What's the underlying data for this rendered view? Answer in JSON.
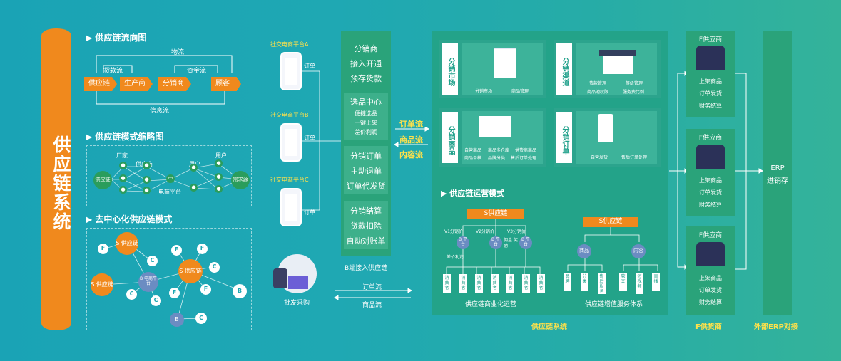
{
  "title": "供应链系统",
  "flow": {
    "heading": "供应链流向图",
    "logistics": "物流",
    "payment_flow": "货款流",
    "capital_flow": "资金流",
    "info_flow": "信息流",
    "nodes": [
      "供应链",
      "生产商",
      "分销商",
      "顾客"
    ]
  },
  "model": {
    "heading": "供应链模式缩略图",
    "factory": "厂家",
    "supplier": "供应商",
    "user1": "用户",
    "user2": "用户",
    "platform": "电商平台",
    "left_node": "供应链",
    "right_node": "需求源"
  },
  "decentral": {
    "heading": "去中心化供应链模式",
    "s1": "S 供应链",
    "s2": "S 供应链",
    "s3": "S 供应链",
    "b_platform": "B 电商平台",
    "f": "F",
    "c": "C",
    "b": "B"
  },
  "platforms": [
    {
      "name": "社交电商平台A",
      "order": "订单"
    },
    {
      "name": "社交电商平台B",
      "order": "订单"
    },
    {
      "name": "社交电商平台C",
      "order": "订单"
    }
  ],
  "wholesale": "批发采购",
  "b_access": "B端接入供应链",
  "order_flow": "订单流",
  "goods_flow": "商品流",
  "center": {
    "g1": [
      "分销商",
      "接入开通",
      "预存货款"
    ],
    "g2_title": "选品中心",
    "g2": [
      "便捷选品",
      "一键上架",
      "差价利润"
    ],
    "g3": [
      "分销订单",
      "主动退单",
      "订单代发货"
    ],
    "g4": [
      "分销结算",
      "货款扣除",
      "自动对账单"
    ]
  },
  "mid_flows": [
    "订单流",
    "商品流",
    "内容流"
  ],
  "market": {
    "tab": "分销市场",
    "labels": [
      "分销市场",
      "商品管理"
    ]
  },
  "channel": {
    "tab": "分销渠道",
    "labels": [
      "货款管理",
      "等级管理",
      "商品池权限",
      "服务费比例"
    ]
  },
  "goods": {
    "tab": "分销商品",
    "labels": [
      "自营商品",
      "商品多仓库",
      "供货商商品",
      "商品单核",
      "品牌分类",
      "售后订单处理"
    ]
  },
  "orders": {
    "tab": "分销订单",
    "labels": [
      "自营发货",
      "售后订单处理"
    ]
  },
  "ops": {
    "heading": "供应链运营模式",
    "root": "S供应链",
    "levels": [
      "V1分销价",
      "V2分销价",
      "V3分销价"
    ],
    "b": "B 平台",
    "diff": "差价利润",
    "service": "佣金 奖励",
    "consumer": "消费者",
    "caption": "供应链商业化运营"
  },
  "value": {
    "root": "S供应链",
    "children": [
      "商品",
      "内容"
    ],
    "leaves": [
      "品牌",
      "分类",
      "售后服务",
      "软文",
      "短视频",
      "直播"
    ],
    "caption": "供应链增值服务体系"
  },
  "system_caption": "供应链系统",
  "fsupplier": {
    "title": "F供应商",
    "items": [
      "上架商品",
      "订单发货",
      "财务结算"
    ],
    "caption": "F供货商"
  },
  "erp": {
    "title": "ERP",
    "sub": "进销存",
    "caption": "外部ERP对接"
  },
  "colors": {
    "accent": "#f0891d",
    "green": "#23a389",
    "yellow": "#ffe14a"
  }
}
